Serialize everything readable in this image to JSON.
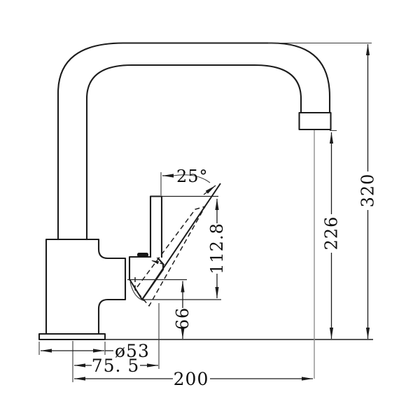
{
  "drawing": {
    "kind": "faucet-technical-dimension-drawing",
    "view": "side-elevation",
    "units_implied": "mm",
    "colors": {
      "object_line": "#1c1c1c",
      "dimension_line": "#1c1c1c",
      "extension_line": "#3a3a3a",
      "centerline": "#8f8f8f",
      "text": "#101010",
      "background": "#ffffff"
    },
    "labels": {
      "handle_angle": "25°",
      "handle_length": "112.8",
      "body_top_height": "66",
      "spout_outlet_height": "226",
      "overall_height": "320",
      "base_diameter": "ø53",
      "handle_reach": "75. 5",
      "spout_reach": "200"
    }
  }
}
